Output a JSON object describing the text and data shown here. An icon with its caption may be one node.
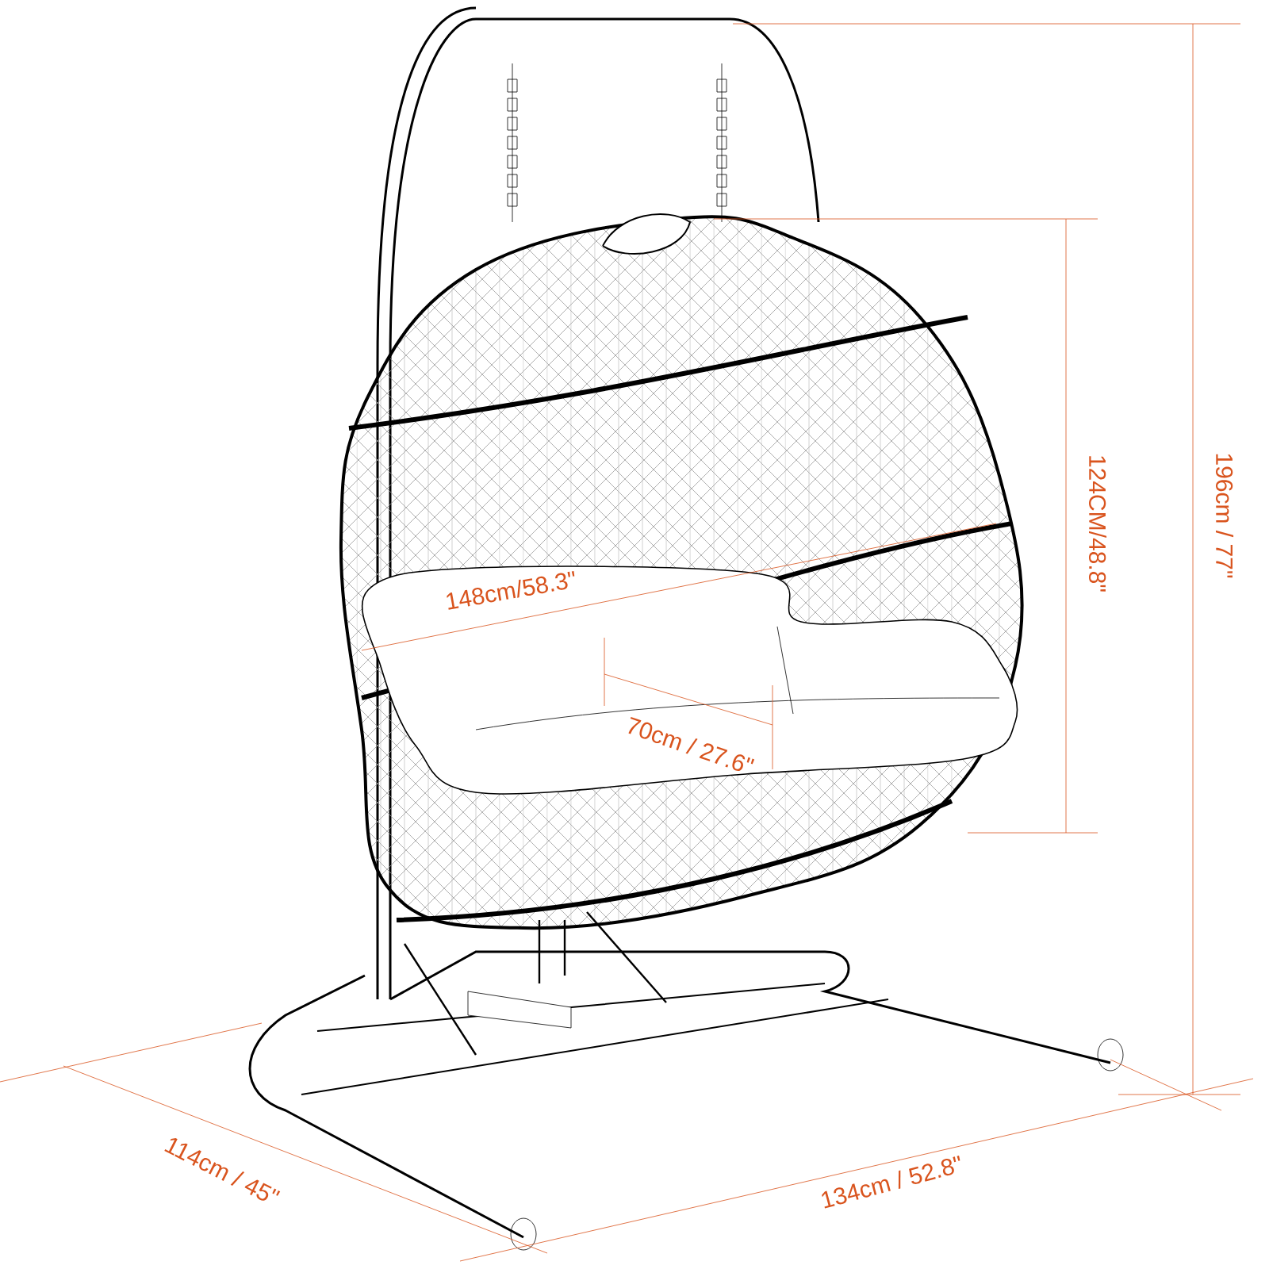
{
  "diagram": {
    "labels": [
      "148cm/58.3\"",
      "70cm / 27.6\"",
      "124CM/48.8\"",
      "196cm / 77\"",
      "114cm / 45\"",
      "134cm / 52.8\""
    ]
  }
}
